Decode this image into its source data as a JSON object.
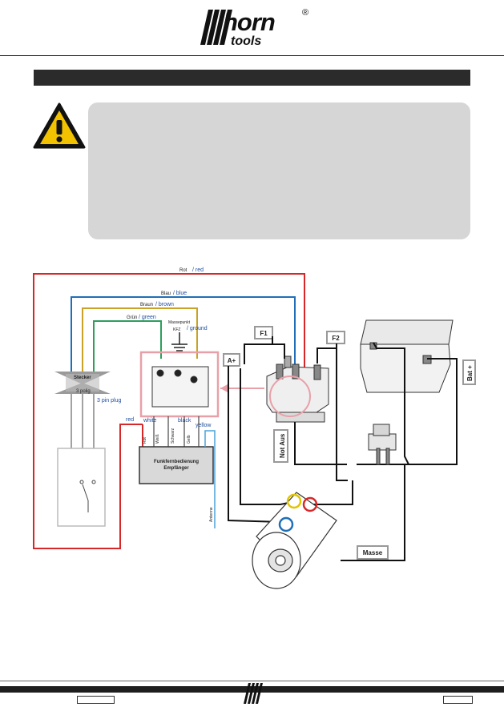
{
  "brand": {
    "name": "horn",
    "sub": "tools",
    "reg": "®"
  },
  "wires": {
    "rot": "Rot",
    "rot_en": "/ red",
    "blau": "Blau",
    "blau_en": "/ blue",
    "braun": "Braun",
    "braun_en": "/ brown",
    "gruen": "Grün",
    "gruen_en": "/ green",
    "massepunkt": "Massepunkt",
    "kfz": "KFZ",
    "ground_en": "/ ground",
    "red": "red",
    "white": "white",
    "black": "black",
    "yellow": "yellow"
  },
  "plug": {
    "title": "Stecker",
    "poles": "3 polig",
    "label_en": "3 pin plug"
  },
  "receiver": {
    "line1": "Funkfernbedienung",
    "line2": "Empfänger",
    "pin_rot": "Rot",
    "pin_weiss": "Weiß",
    "pin_schwarz": "Schwarz",
    "pin_gelb": "Gelb",
    "antenna": "Antenne"
  },
  "labels": {
    "f1": "F1",
    "f2": "F2",
    "a_plus": "A+",
    "not_aus": "Not Aus",
    "bat_plus": "Bat +",
    "masse": "Masse"
  },
  "colors": {
    "red": "#d62828",
    "blue": "#1f6fb8",
    "brown": "#c9a227",
    "green": "#2e9e5b",
    "yellow": "#e0c400",
    "pink": "#e8a0a8"
  }
}
